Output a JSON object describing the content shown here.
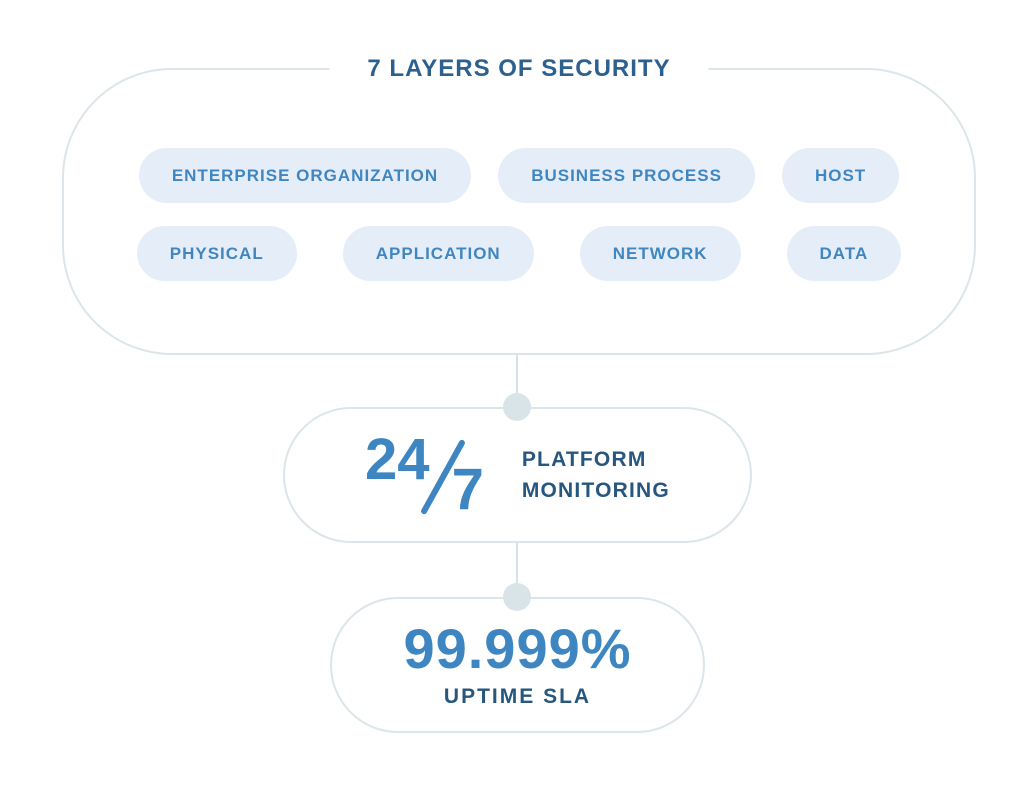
{
  "diagram": {
    "title": "7 LAYERS OF SECURITY",
    "layers": [
      "ENTERPRISE ORGANIZATION",
      "BUSINESS PROCESS",
      "HOST",
      "PHYSICAL",
      "APPLICATION",
      "NETWORK",
      "DATA"
    ],
    "monitoring": {
      "value_numerator": "24",
      "value_denominator": "7",
      "label_line1": "PLATFORM",
      "label_line2": "MONITORING"
    },
    "sla": {
      "value": "99.999%",
      "label": "UPTIME SLA"
    },
    "colors": {
      "title_text": "#2c608f",
      "pill_background": "#e5eef8",
      "pill_text": "#4086c0",
      "accent_blue": "#3e86c1",
      "accent_dark": "#27567e",
      "outline": "#dce6ea",
      "connector_dot": "#d9e4e9"
    }
  }
}
